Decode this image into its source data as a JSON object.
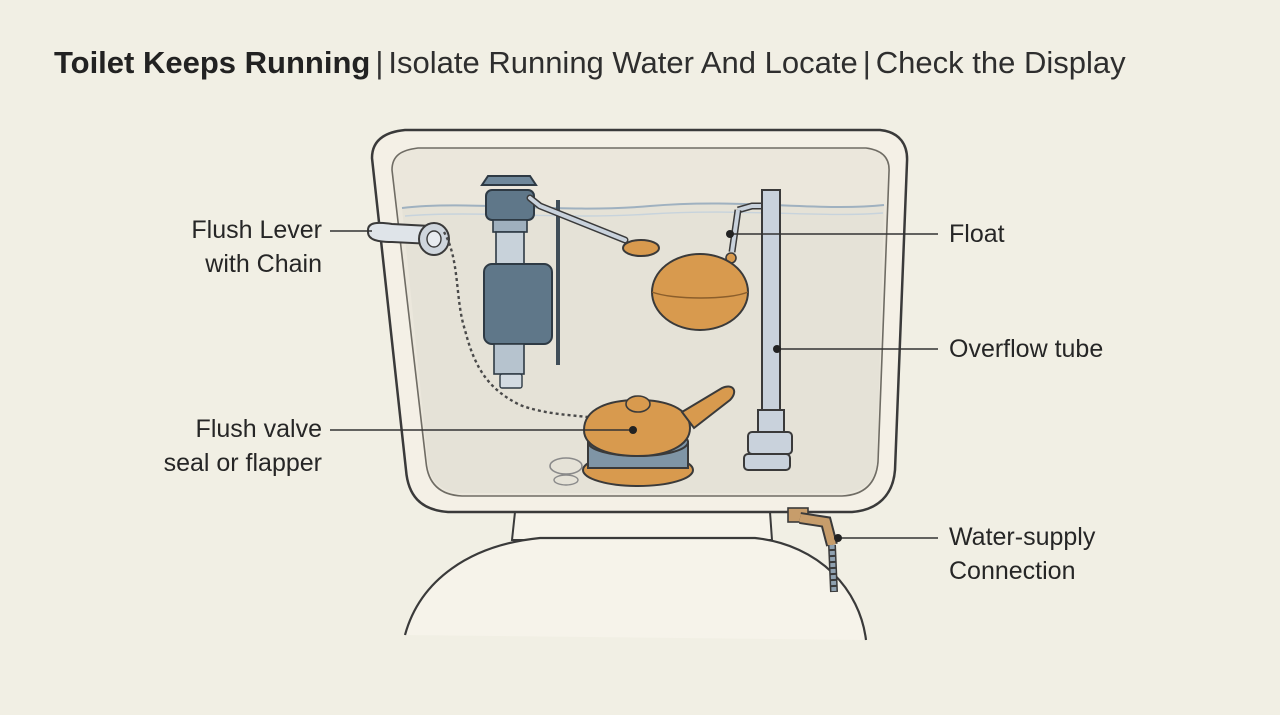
{
  "header": {
    "title_bold": "Toilet Keeps Running",
    "separator": "|",
    "title_part2": "Isolate Running Water And Locate",
    "title_part3": "Check the Display"
  },
  "labels": {
    "flush_lever_line1": "Flush Lever",
    "flush_lever_line2": "with Chain",
    "flush_valve_line1": "Flush valve",
    "flush_valve_line2": "seal or flapper",
    "float": "Float",
    "overflow_tube": "Overflow tube",
    "water_supply_line1": "Water-supply",
    "water_supply_line2": "Connection"
  },
  "colors": {
    "background": "#f1efe4",
    "tank": "#f3efe4",
    "water": "#e6e3d8",
    "fill_valve": "#5f7789",
    "brass": "#d89a4e",
    "pipe": "#c9d2dc",
    "outline": "#3a3a3a"
  }
}
